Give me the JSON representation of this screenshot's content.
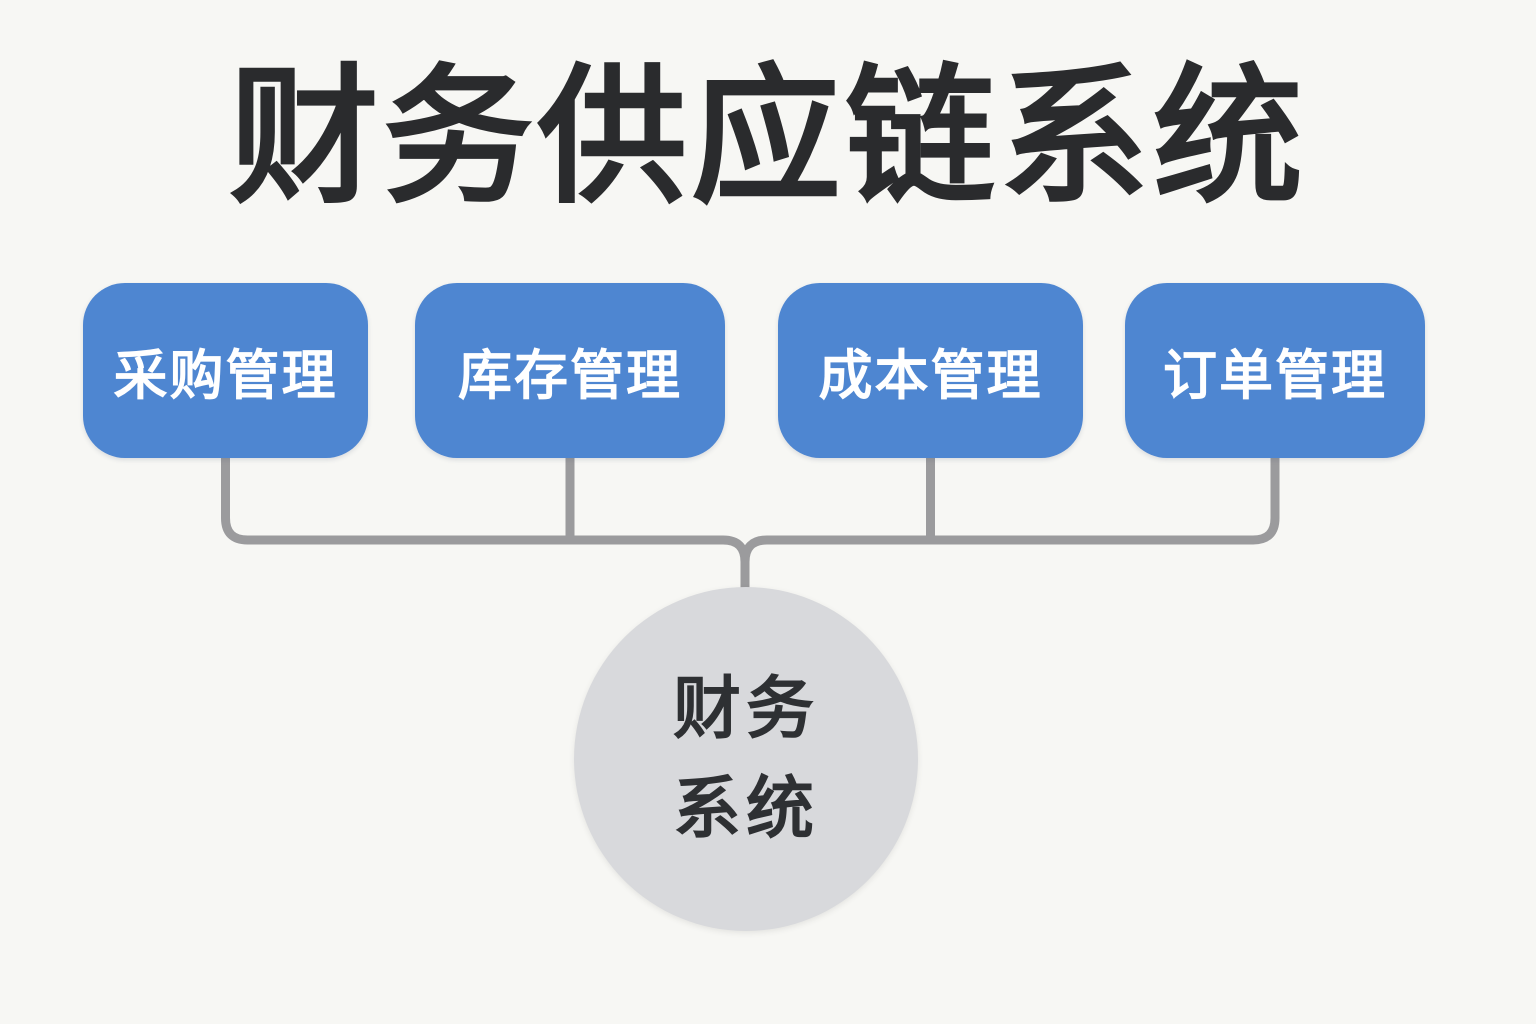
{
  "title": {
    "text": "财务供应链系统"
  },
  "modules": [
    {
      "id": "procurement",
      "label": "采购管理"
    },
    {
      "id": "inventory",
      "label": "库存管理"
    },
    {
      "id": "cost",
      "label": "成本管理"
    },
    {
      "id": "order",
      "label": "订单管理"
    }
  ],
  "core": {
    "line1": "财务",
    "line2": "系统"
  },
  "colors": {
    "background": "#f7f7f4",
    "title_text": "#2a2b2d",
    "module_fill": "#4e86d1",
    "module_text": "#ffffff",
    "connector": "#9b9b9d",
    "core_fill": "#d8d9dc",
    "core_text": "#2e3033"
  }
}
